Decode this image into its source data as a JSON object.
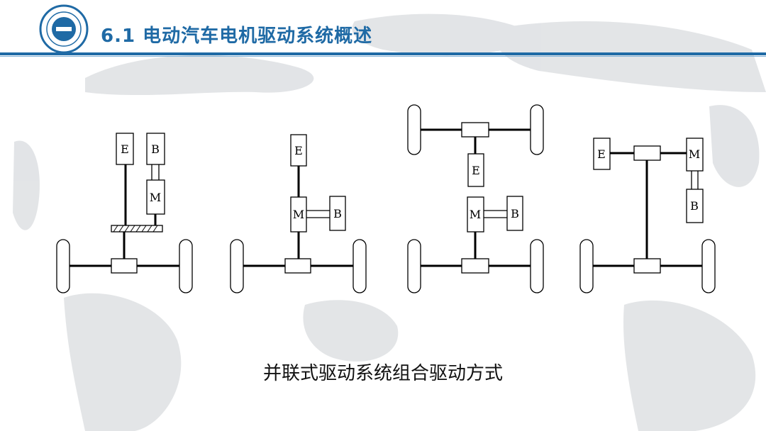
{
  "header": {
    "title": "6.1  电动汽车电机驱动系统概述",
    "logo_icon": "university-seal-icon",
    "accent_color": "#1f6aa5"
  },
  "diagram": {
    "labels": {
      "engine": "E",
      "battery": "B",
      "motor": "M"
    }
  },
  "caption": "并联式驱动系统组合驱动方式"
}
